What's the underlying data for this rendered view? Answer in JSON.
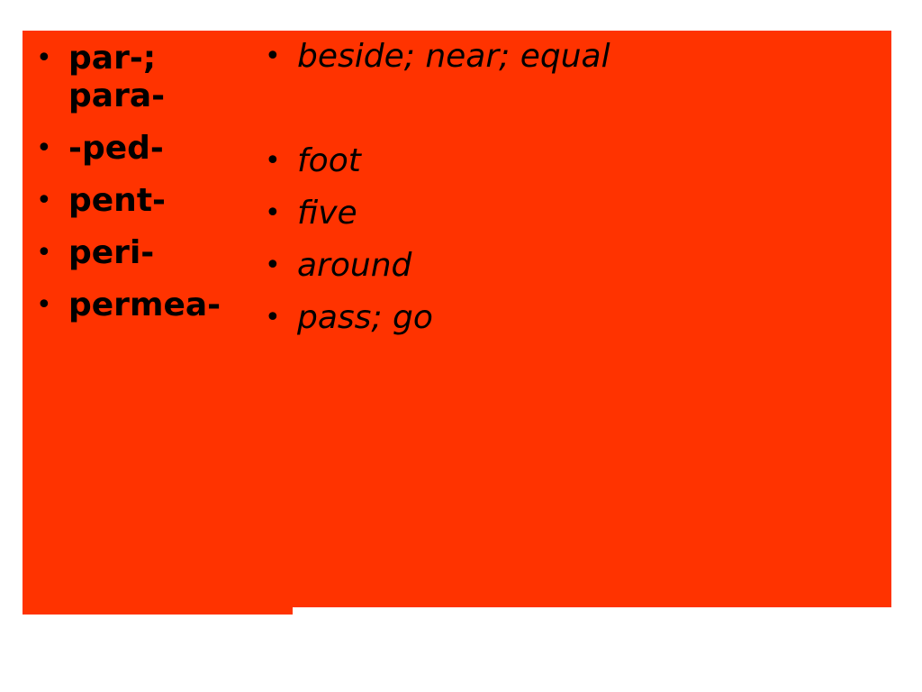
{
  "colors": {
    "panel": "#ff3300",
    "text": "#000000",
    "background": "#ffffff"
  },
  "bullet_glyph": "•",
  "terms": [
    {
      "label": "par-; para-"
    },
    {
      "label": "-ped-"
    },
    {
      "label": "pent-"
    },
    {
      "label": "peri-"
    },
    {
      "label": "permea-"
    }
  ],
  "definitions": [
    {
      "label": "beside; near; equal"
    },
    {
      "label": "foot"
    },
    {
      "label": "five"
    },
    {
      "label": "around"
    },
    {
      "label": "pass; go"
    }
  ]
}
